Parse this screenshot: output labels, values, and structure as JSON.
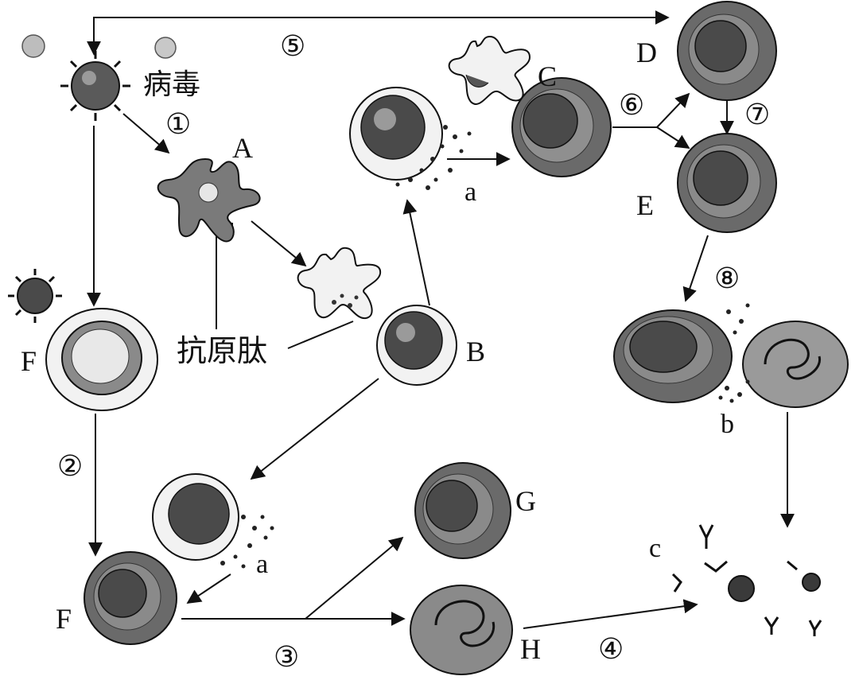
{
  "labels": {
    "virus": "病毒",
    "antigen_peptide": "抗原肽",
    "A": "A",
    "B": "B",
    "C": "C",
    "D": "D",
    "E": "E",
    "F_top": "F",
    "F_bottom": "F",
    "G": "G",
    "H": "H",
    "a_top": "a",
    "a_bottom": "a",
    "b": "b",
    "c": "c"
  },
  "steps": {
    "s1": "①",
    "s2": "②",
    "s3": "③",
    "s4": "④",
    "s5": "⑤",
    "s6": "⑥",
    "s7": "⑦",
    "s8": "⑧"
  }
}
